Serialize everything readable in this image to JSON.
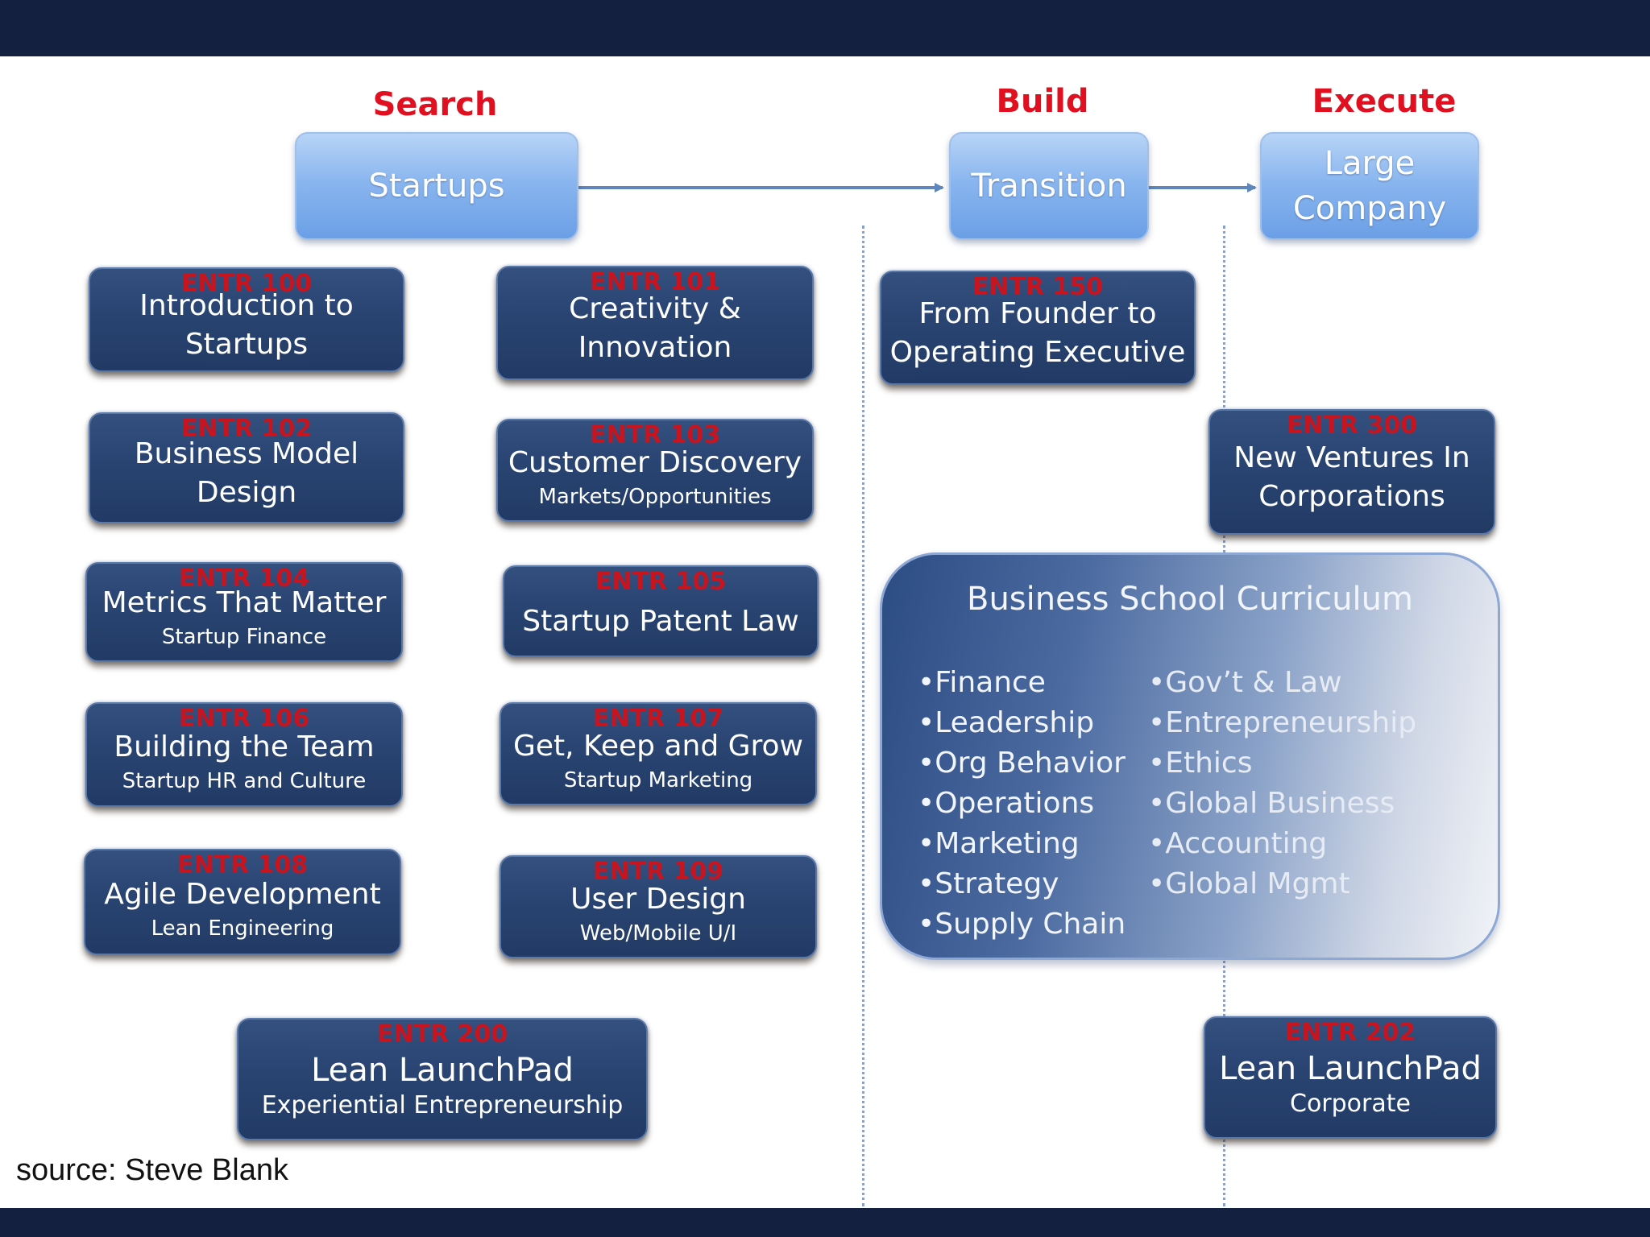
{
  "phases": {
    "search": "Search",
    "build": "Build",
    "execute": "Execute"
  },
  "stages": {
    "startups": "Startups",
    "transition": "Transition",
    "large_company": "Large\nCompany"
  },
  "courses": {
    "c100": {
      "code": "ENTR 100",
      "title": "Introduction to\nStartups",
      "subtitle": ""
    },
    "c101": {
      "code": "ENTR 101",
      "title": "Creativity &\nInnovation",
      "subtitle": ""
    },
    "c102": {
      "code": "ENTR 102",
      "title": "Business Model\nDesign",
      "subtitle": ""
    },
    "c103": {
      "code": "ENTR 103",
      "title": "Customer Discovery",
      "subtitle": "Markets/Opportunities"
    },
    "c104": {
      "code": "ENTR 104",
      "title": "Metrics That Matter",
      "subtitle": "Startup Finance"
    },
    "c105": {
      "code": "ENTR 105",
      "title": "Startup Patent Law",
      "subtitle": ""
    },
    "c106": {
      "code": "ENTR 106",
      "title": "Building the Team",
      "subtitle": "Startup HR and Culture"
    },
    "c107": {
      "code": "ENTR 107",
      "title": "Get, Keep and Grow",
      "subtitle": "Startup  Marketing"
    },
    "c108": {
      "code": "ENTR  108",
      "title": "Agile Development",
      "subtitle": "Lean Engineering"
    },
    "c109": {
      "code": "ENTR 109",
      "title": "User Design",
      "subtitle": "Web/Mobile U/I"
    },
    "c150": {
      "code": "ENTR 150",
      "title": "From Founder to\nOperating Executive",
      "subtitle": ""
    },
    "c300": {
      "code": "ENTR 300",
      "title": "New Ventures In\nCorporations",
      "subtitle": ""
    },
    "c200": {
      "code": "ENTR 200",
      "title": "Lean LaunchPad",
      "subtitle": "Experiential Entrepreneurship"
    },
    "c202": {
      "code": "ENTR 202",
      "title": "Lean LaunchPad",
      "subtitle": "Corporate"
    }
  },
  "curriculum": {
    "title": "Business School Curriculum",
    "left": [
      "Finance",
      "Leadership",
      "Org Behavior",
      "Operations",
      "Marketing",
      "Strategy",
      "Supply Chain"
    ],
    "right": [
      "Gov’t & Law",
      "Entrepreneurship",
      "Ethics",
      "Global Business",
      "Accounting",
      "Global Mgmt"
    ]
  },
  "source": "source: Steve Blank",
  "colors": {
    "band": "#13203f",
    "phase_label": "#e01020",
    "course_box": "#2a4573",
    "course_code": "#c8141e",
    "stage_box": "#8ab6ef"
  }
}
